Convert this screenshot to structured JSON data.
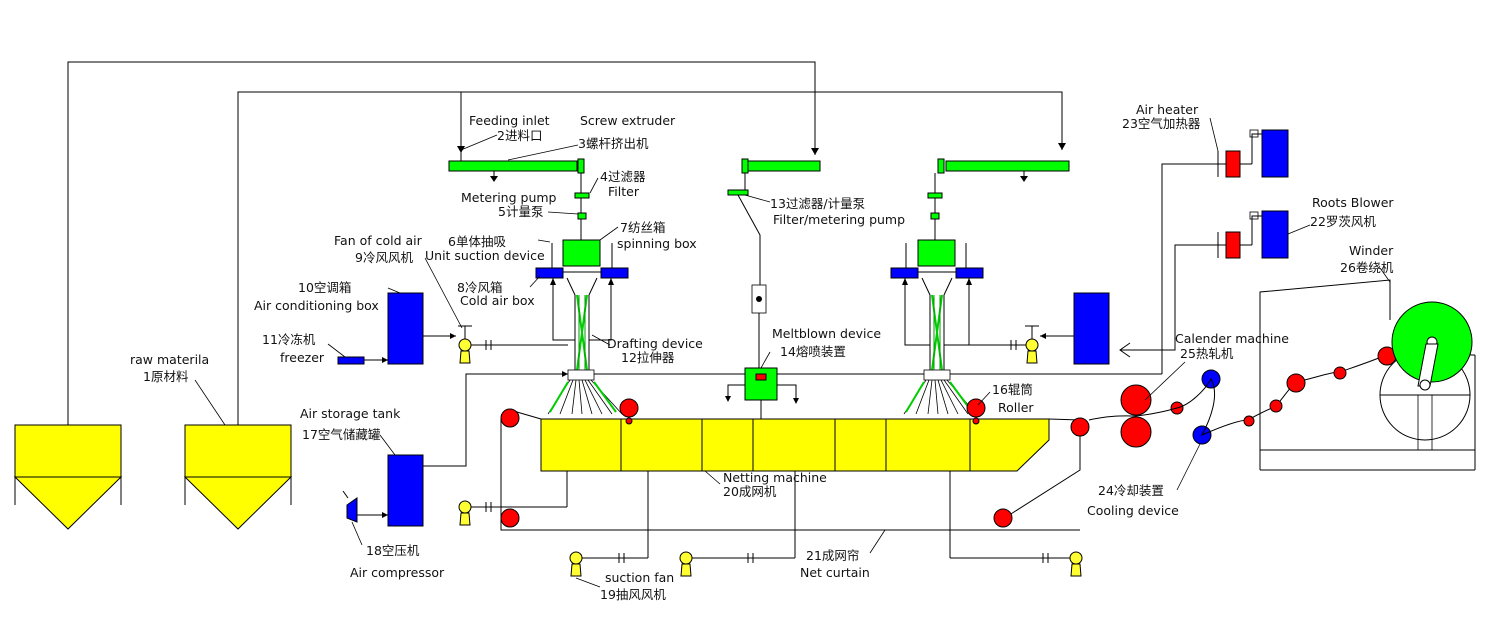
{
  "labels": {
    "feeding_inlet_en": "Feeding inlet",
    "feeding_inlet_cn": "2进料口",
    "screw_extruder_en": "Screw extruder",
    "screw_extruder_cn": "3螺杆挤出机",
    "filter_cn": "4过滤器",
    "filter_en": "Filter",
    "metering_pump_en": "Metering pump",
    "metering_pump_cn": "5计量泵",
    "unit_suction_cn": "6单体抽吸",
    "unit_suction_en": "Unit suction device",
    "spinning_box_cn": "7纺丝箱",
    "spinning_box_en": "spinning box",
    "cold_air_box_cn": "8冷风箱",
    "cold_air_box_en": "Cold air box",
    "fan_cold_air_en": "Fan of cold air",
    "fan_cold_air_cn": "9冷风风机",
    "air_cond_cn": "10空调箱",
    "air_cond_en": "Air conditioning box",
    "freezer_cn": "11冷冻机",
    "freezer_en": "freezer",
    "drafting_en": "Drafting device",
    "drafting_cn": "12拉伸器",
    "filter_pump_cn": "13过滤器/计量泵",
    "filter_pump_en": "Filter/metering pump",
    "meltblown_en": "Meltblown device",
    "meltblown_cn": "14熔喷装置",
    "roller_cn": "16辊筒",
    "roller_en": "Roller",
    "air_storage_en": "Air storage tank",
    "air_storage_cn": "17空气储藏罐",
    "air_compressor_cn": "18空压机",
    "air_compressor_en": "Air compressor",
    "suction_fan_en": "suction fan",
    "suction_fan_cn": "19抽风风机",
    "netting_en": "Netting machine",
    "netting_cn": "20成网机",
    "net_curtain_cn": "21成网帘",
    "net_curtain_en": "Net curtain",
    "roots_blower_en": "Roots Blower",
    "roots_blower_cn": "22罗茨风机",
    "air_heater_en": "Air heater",
    "air_heater_cn": "23空气加热器",
    "cooling_cn": "24冷却装置",
    "cooling_en": "Cooling device",
    "calender_en": "Calender machine",
    "calender_cn": "25热轧机",
    "winder_en": "Winder",
    "winder_cn": "26卷绕机",
    "raw_material_en": "raw materila",
    "raw_material_cn": "1原材料"
  },
  "colors": {
    "hopper": "#ffff00",
    "equipment_blue": "#0000ff",
    "equipment_green": "#00ff00",
    "roller_red": "#ff0000",
    "background": "#ffffff"
  }
}
